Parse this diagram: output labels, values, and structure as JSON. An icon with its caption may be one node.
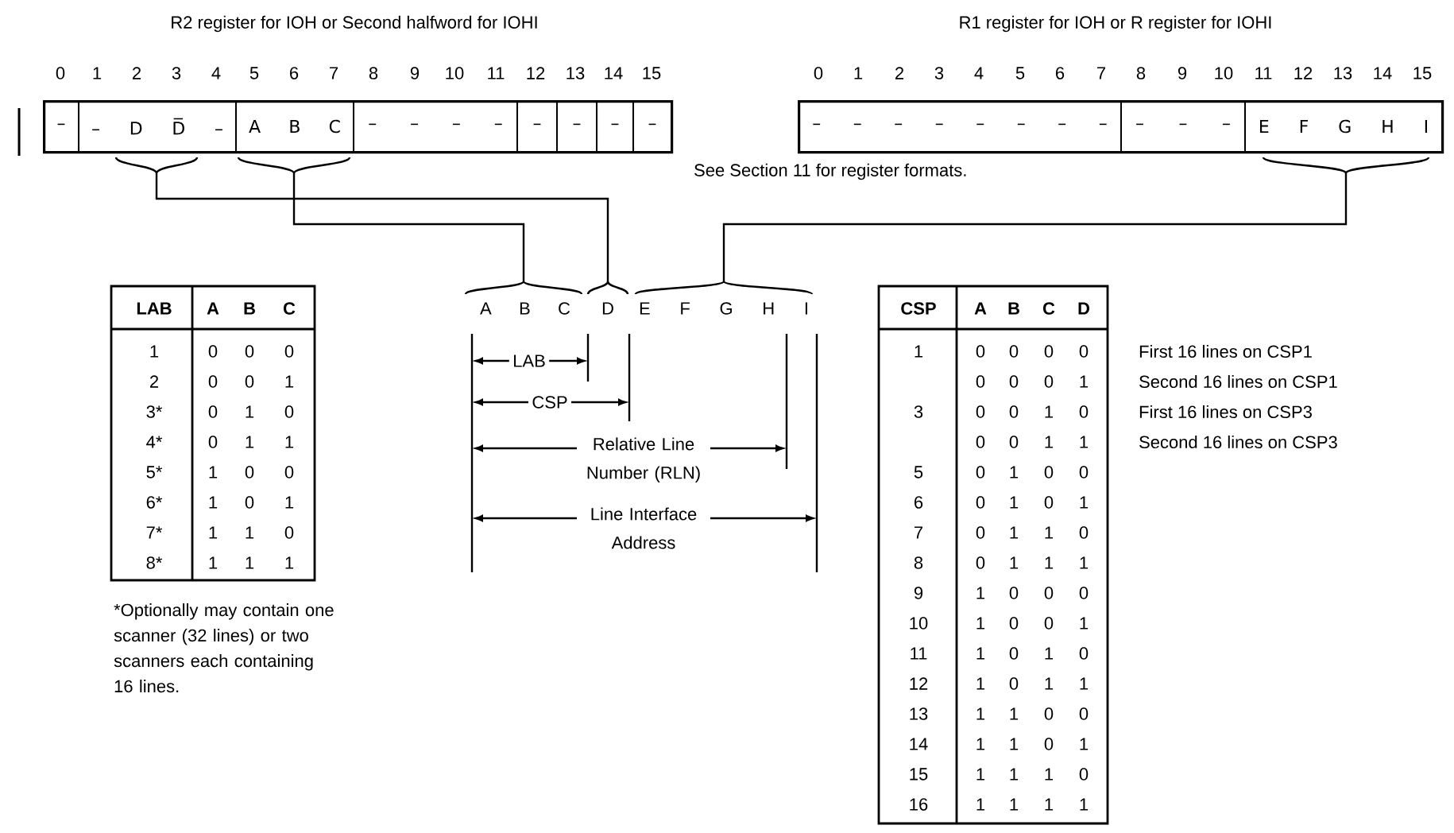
{
  "diagram": {
    "nodes": [
      {
        "text": [],
        "shape": "box"
      },
      {
        "text": [
          "–"
        ],
        "in": 0
      },
      {
        "text": [
          "– D D̅ –"
        ],
        "in": 0
      },
      {
        "text": [
          "A B C"
        ],
        "in": 0
      },
      {
        "text": [
          "– – – –"
        ],
        "in": 0
      },
      {
        "text": [
          "–"
        ],
        "in": 0
      },
      {
        "text": [
          "–"
        ],
        "in": 0
      },
      {
        "text": [
          "–"
        ],
        "in": 0
      },
      {
        "text": [
          "–"
        ],
        "in": 0
      },
      {
        "text": [],
        "shape": "box"
      },
      {
        "text": [
          "– – – – – – – –"
        ],
        "in": 9
      },
      {
        "text": [
          "– – –"
        ],
        "in": 9
      },
      {
        "text": [
          "E F G H I"
        ],
        "in": 9
      },
      {
        "text": [
          "A B C"
        ]
      },
      {
        "text": [
          "D"
        ]
      },
      {
        "text": [
          "E F G H I"
        ]
      }
    ],
    "edges": [
      {
        "from": 2,
        "to": 14,
        "arrow": "none"
      },
      {
        "from": 3,
        "to": 13,
        "arrow": "none"
      },
      {
        "from": 12,
        "to": 15,
        "arrow": "none"
      }
    ],
    "labels": [
      "R2 register for IOH or Second halfword for IOHI",
      "R1 register for IOH or R register for IOHI",
      "0",
      "1",
      "2",
      "3",
      "4",
      "5",
      "6",
      "7",
      "8",
      "9",
      "10",
      "11",
      "12",
      "13",
      "14",
      "15",
      "0",
      "1",
      "2",
      "3",
      "4",
      "5",
      "6",
      "7",
      "8",
      "9",
      "10",
      "11",
      "12",
      "13",
      "14",
      "15",
      "See Section 11 for register formats.",
      "LAB",
      "A",
      "B",
      "C",
      "1",
      "0",
      "0",
      "0",
      "2",
      "0",
      "0",
      "1",
      "3*",
      "0",
      "1",
      "0",
      "4*",
      "0",
      "1",
      "1",
      "5*",
      "1",
      "0",
      "0",
      "6*",
      "1",
      "0",
      "1",
      "7*",
      "1",
      "1",
      "0",
      "8*",
      "1",
      "1",
      "1",
      "*Optionally may contain one scanner (32 lines) or two scanners each containing 16 lines.",
      "LAB",
      "CSP",
      "Relative Line Number (RLN)",
      "Line Interface Address",
      "CSP",
      "A",
      "B",
      "C",
      "D",
      "1",
      "0",
      "0",
      "0",
      "0",
      "0",
      "0",
      "0",
      "1",
      "3",
      "0",
      "0",
      "1",
      "0",
      "0",
      "0",
      "1",
      "1",
      "5",
      "0",
      "1",
      "0",
      "0",
      "6",
      "0",
      "1",
      "0",
      "1",
      "7",
      "0",
      "1",
      "1",
      "0",
      "8",
      "0",
      "1",
      "1",
      "1",
      "9",
      "1",
      "0",
      "0",
      "0",
      "10",
      "1",
      "0",
      "0",
      "1",
      "11",
      "1",
      "0",
      "1",
      "0",
      "12",
      "1",
      "0",
      "1",
      "1",
      "13",
      "1",
      "1",
      "0",
      "0",
      "14",
      "1",
      "1",
      "0",
      "1",
      "15",
      "1",
      "1",
      "1",
      "0",
      "16",
      "1",
      "1",
      "1",
      "1",
      "First 16 lines on CSP1",
      "Second 16 lines on CSP1",
      "First 16 lines on CSP3",
      "Second 16 lines on CSP3"
    ]
  }
}
